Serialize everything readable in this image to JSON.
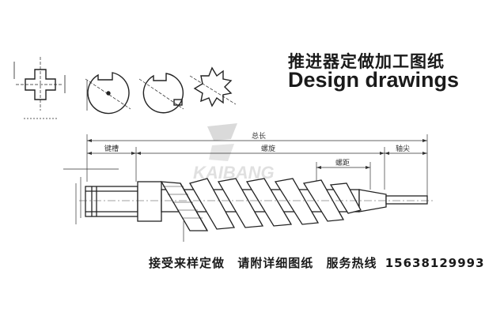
{
  "title": {
    "cn": "推进器定做加工图纸",
    "en": "Design drawings"
  },
  "dimensions": {
    "total": "总长",
    "key_slot": "键槽",
    "screw": "螺旋",
    "shaft_tip": "轴尖",
    "pitch": "螺距"
  },
  "watermark": {
    "brand": "KAIBANG"
  },
  "footer": {
    "custom": "接受来样定做",
    "attach": "请附详细图纸",
    "hotline_label": "服务热线",
    "phone": "15638129993"
  },
  "colors": {
    "line": "#222222",
    "watermark": "#cfcfcf"
  }
}
